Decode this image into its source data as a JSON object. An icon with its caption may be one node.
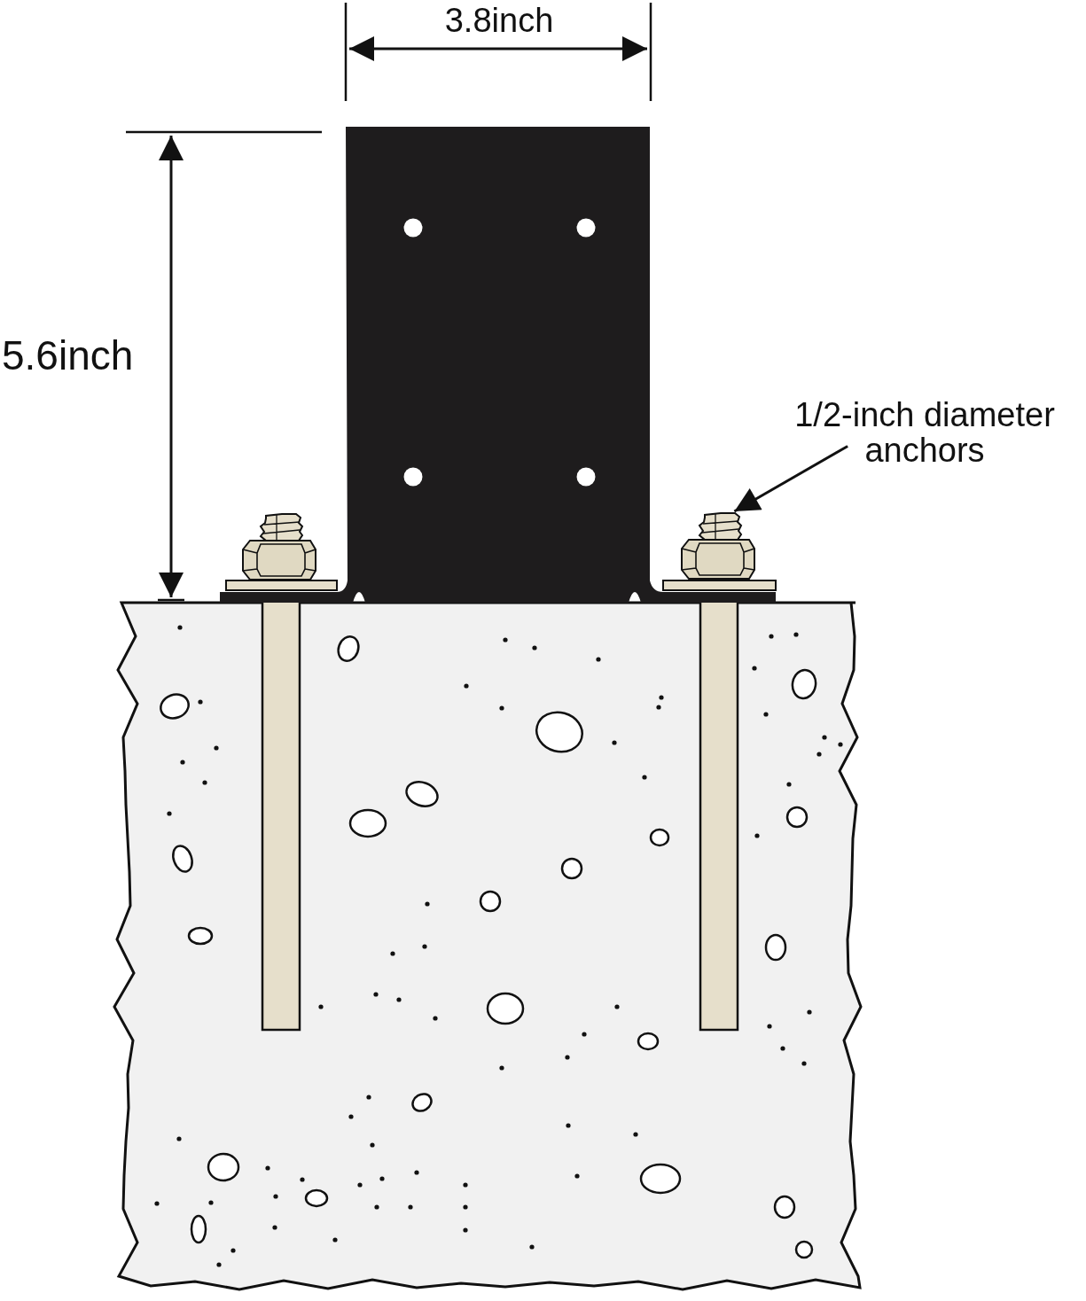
{
  "diagram": {
    "nodes": [
      {
        "text": [
          "1/2-inch diameter anchors"
        ]
      },
      {
        "text": [],
        "shape": "picture"
      }
    ],
    "edges": [
      {
        "from": 0,
        "to": 1,
        "arrow": "to"
      }
    ],
    "labels": [
      "3.8inch",
      "5.6inch"
    ]
  }
}
